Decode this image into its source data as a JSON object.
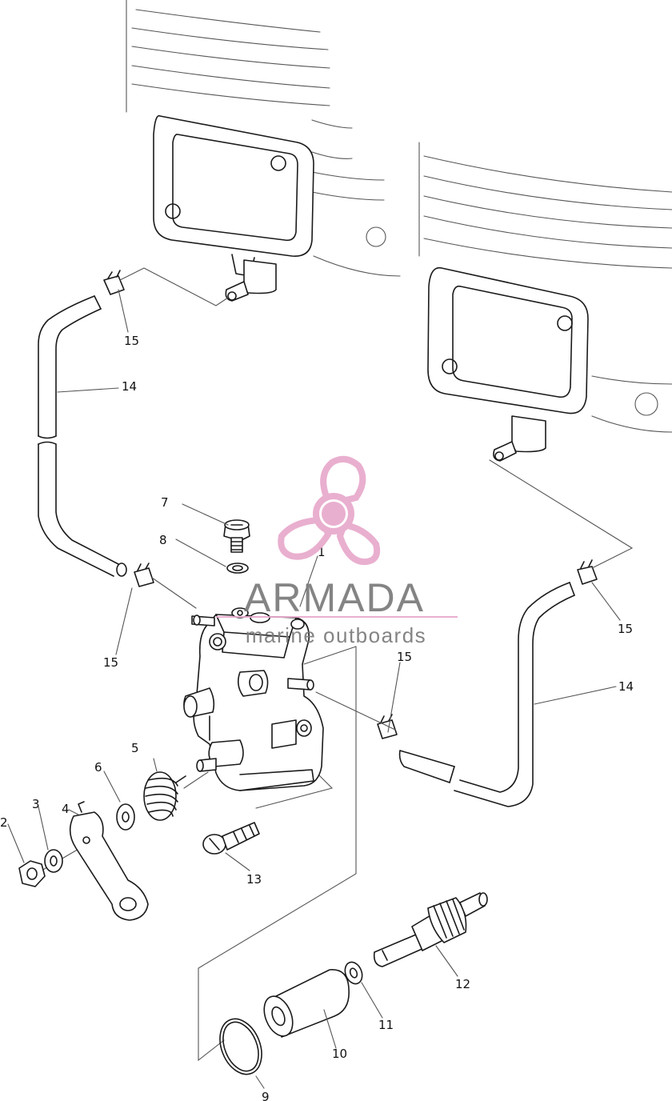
{
  "watermark": {
    "brand": "ARMADA",
    "tagline": "marine outboards",
    "brand_color": "#7a7a7a",
    "logo_color": "#e8a9cc"
  },
  "callouts": {
    "c1": "1",
    "c2": "2",
    "c3": "3",
    "c4": "4",
    "c5": "5",
    "c6": "6",
    "c7": "7",
    "c8": "8",
    "c9": "9",
    "c10": "10",
    "c11": "11",
    "c12": "12",
    "c13": "13",
    "c14a": "14",
    "c14b": "14",
    "c15a": "15",
    "c15b": "15",
    "c15c": "15",
    "c15d": "15"
  }
}
